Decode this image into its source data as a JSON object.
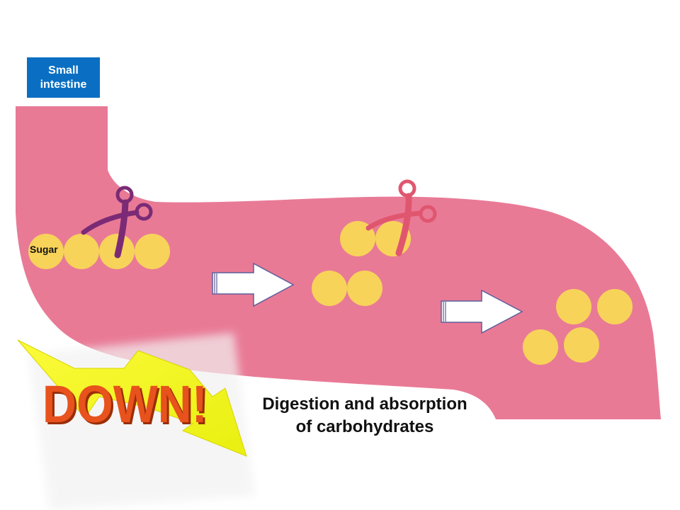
{
  "label_box": {
    "line1": "Small",
    "line2": "intestine"
  },
  "sugar_label": "Sugar",
  "caption": {
    "line1": "Digestion and absorption",
    "line2": "of carbohydrates"
  },
  "badge_text": "DOWN!",
  "colors": {
    "intestine": "#e97a96",
    "sugar": "#f7d35a",
    "scissors_1": "#7b2b75",
    "scissors_2": "#e0566f",
    "label_box": "#0a6fc2",
    "badge_text": "#e8521c",
    "badge_arrow": "#f4f41a"
  }
}
